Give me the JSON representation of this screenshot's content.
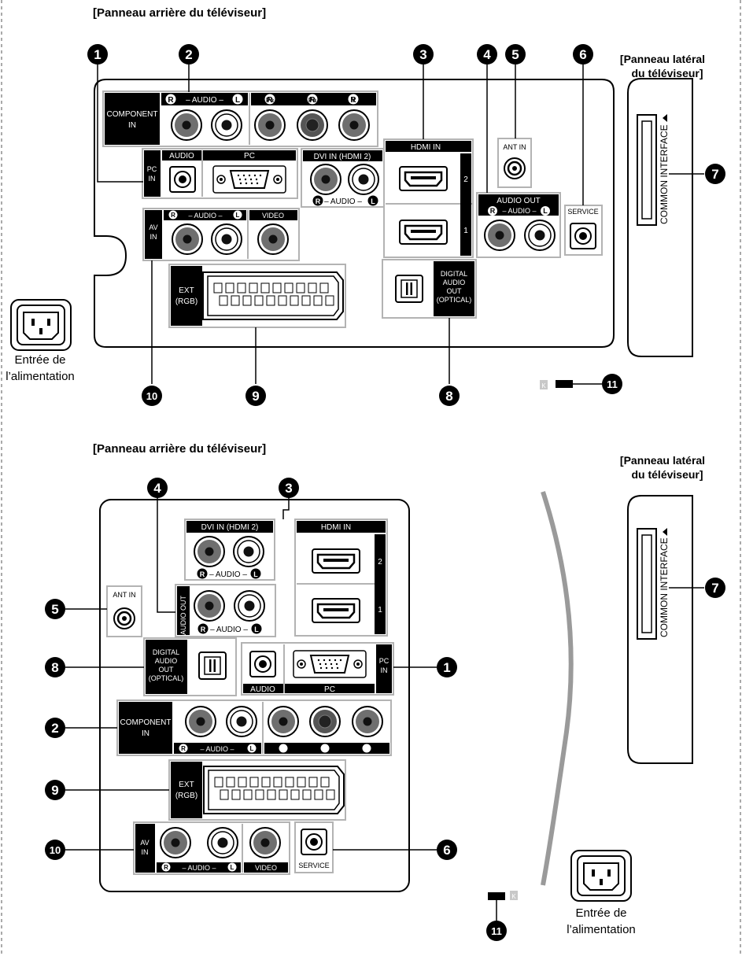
{
  "top": {
    "title": "[Panneau arrière du téléviseur]",
    "side_title_line1": "[Panneau latéral",
    "side_title_line2": "du téléviseur]",
    "power_line1": "Entrée de",
    "power_line2": "l’alimentation",
    "component_label_1": "COMPONENT",
    "component_label_2": "IN",
    "audio_rl": "– AUDIO –",
    "pr": "Pʀ",
    "pb": "Pʙ",
    "y": "Y",
    "pc_in_1": "PC",
    "pc_in_2": "IN",
    "audio": "AUDIO",
    "pc": "PC",
    "dvi_in": "DVI IN (HDMI 2)",
    "hdmi_in": "HDMI IN",
    "hdmi_2": "2",
    "hdmi_1": "1",
    "ant_in": "ANT IN",
    "audio_out": "AUDIO OUT",
    "service": "SERVICE",
    "av_in_1": "AV",
    "av_in_2": "IN",
    "video": "VIDEO",
    "ext_1": "EXT",
    "ext_2": "(RGB)",
    "optical_1": "DIGITAL",
    "optical_2": "AUDIO",
    "optical_3": "OUT",
    "optical_4": "(OPTICAL)",
    "ci": "COMMON INTERFACE"
  },
  "bottom": {
    "title": "[Panneau arrière du téléviseur]",
    "side_title_line1": "[Panneau latéral",
    "side_title_line2": "du téléviseur]",
    "power_line1": "Entrée de",
    "power_line2": "l’alimentation",
    "audio_out": "AUDIO OUT",
    "ci": "COMMON INTERFACE"
  },
  "callouts": {
    "n1": "1",
    "n2": "2",
    "n3": "3",
    "n4": "4",
    "n5": "5",
    "n6": "6",
    "n7": "7",
    "n8": "8",
    "n9": "9",
    "n10": "10",
    "n11": "11",
    "r": "R",
    "l": "L",
    "k": "K"
  },
  "colors": {
    "jack_red": "#6f6f6f",
    "panel_gray": "#b3b3b3",
    "label_black": "#000000",
    "callout": "#000000"
  }
}
